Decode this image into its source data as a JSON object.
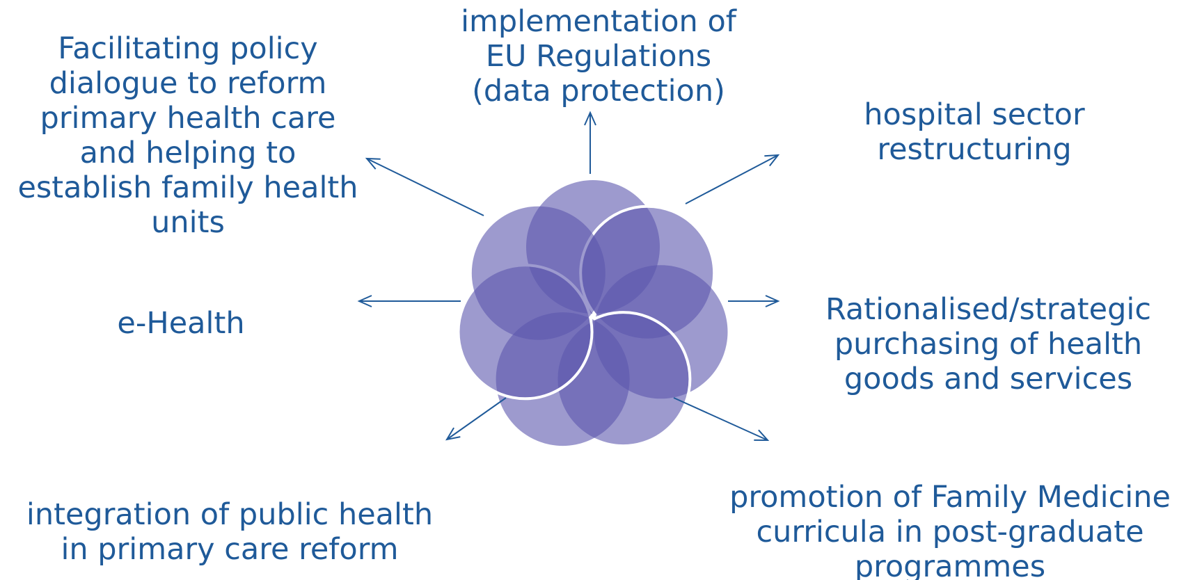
{
  "diagram": {
    "labels": {
      "top": [
        "implementation of",
        "EU Regulations",
        "(data protection)"
      ],
      "top_left": [
        "Facilitating  policy",
        "dialogue to reform",
        "primary health care",
        "and helping to",
        "establish family health",
        "units"
      ],
      "top_right": [
        "hospital sector",
        "restructuring"
      ],
      "left": [
        "e-Health"
      ],
      "right": [
        "Rationalised/strategic",
        "purchasing of health",
        "goods and services"
      ],
      "bottom_left": [
        "integration of public health",
        "in primary care reform"
      ],
      "bottom_right": [
        "promotion of Family Medicine",
        "curricula in post-graduate",
        "programmes"
      ]
    },
    "colors": {
      "text": "#1f5a99",
      "arrow": "#1f5a99",
      "petal_fill": "#5b56ad",
      "petal_stroke": "#ffffff"
    },
    "center_graphic": "seven-petal-flower"
  }
}
